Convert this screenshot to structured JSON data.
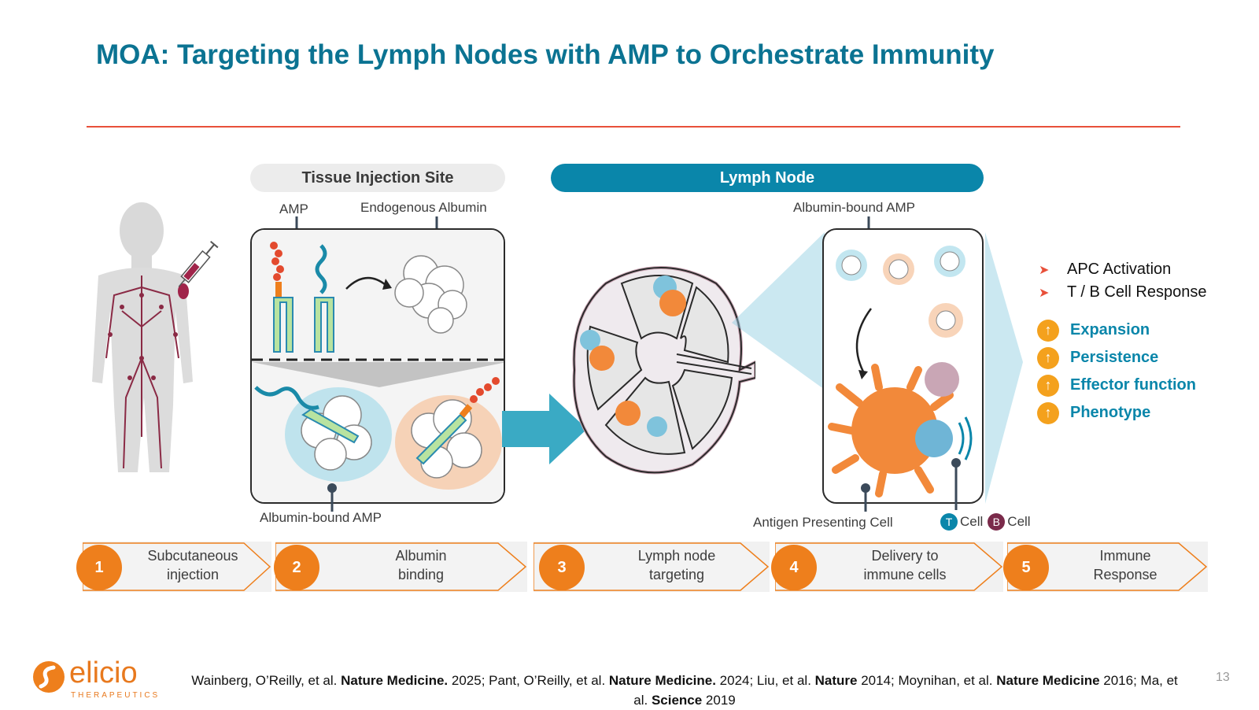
{
  "title": "MOA: Targeting the Lymph Nodes with AMP to Orchestrate Immunity",
  "headers": {
    "tissue": "Tissue Injection Site",
    "lymph": "Lymph Node"
  },
  "labels": {
    "amp": "AMP",
    "endogenous_albumin": "Endogenous Albumin",
    "albumin_bound_amp_bottom": "Albumin-bound AMP",
    "albumin_bound_amp_top": "Albumin-bound AMP",
    "antigen_presenting_cell": "Antigen Presenting Cell",
    "t_badge": "T",
    "cell_1": "Cell",
    "b_badge": "B",
    "cell_2": "Cell"
  },
  "responses": [
    {
      "text": "APC Activation"
    },
    {
      "text": "T / B Cell Response"
    }
  ],
  "outcomes": [
    {
      "text": "Expansion"
    },
    {
      "text": "Persistence"
    },
    {
      "text": "Effector function"
    },
    {
      "text": "Phenotype"
    }
  ],
  "steps": [
    {
      "num": "1",
      "line1": "Subcutaneous",
      "line2": "injection"
    },
    {
      "num": "2",
      "line1": "Albumin",
      "line2": "binding"
    },
    {
      "num": "3",
      "line1": "Lymph node",
      "line2": "targeting"
    },
    {
      "num": "4",
      "line1": "Delivery to",
      "line2": "immune cells"
    },
    {
      "num": "5",
      "line1": "Immune",
      "line2": "Response"
    }
  ],
  "logo": {
    "word": "elicio",
    "sub": "THERAPEUTICS"
  },
  "citation": {
    "p1": "Wainberg, O’Reilly, et al. ",
    "b1": "Nature Medicine.",
    "p2": " 2025; Pant, O’Reilly, et al. ",
    "b2": "Nature Medicine.",
    "p3": " 2024; Liu, et al. ",
    "b3": "Nature",
    "p4": " 2014; Moynihan, et al. ",
    "b4": "Nature Medicine",
    "p5": " 2016; Ma, et al. ",
    "b5": "Science",
    "p6": " 2019"
  },
  "page_number": "13",
  "colors": {
    "title": "#0b7392",
    "accent_orange": "#ee7f1c",
    "accent_blue": "#0a86aa",
    "rule_red": "#e8503a",
    "outcome_circle": "#f4a11d"
  }
}
